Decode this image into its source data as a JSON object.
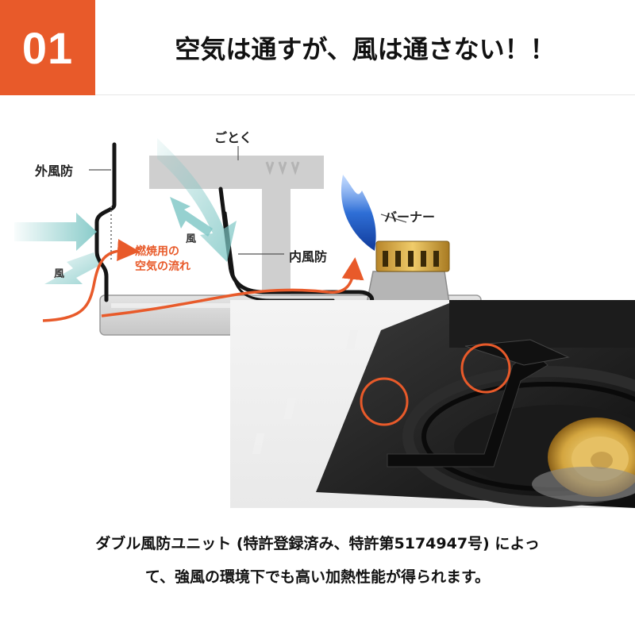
{
  "header": {
    "badge_number": "01",
    "headline": "空気は通すが、風は通さない！！"
  },
  "diagram": {
    "label_outer_windscreen": "外風防",
    "label_trivet": "ごとく",
    "label_burner": "バーナー",
    "label_inner_windscreen": "内風防",
    "label_wind_1": "風",
    "label_wind_2": "風",
    "label_airflow_line1": "燃焼用の",
    "label_airflow_line2": "空気の流れ",
    "colors": {
      "accent": "#e85a2a",
      "wind_arrow": "#7cc6c4",
      "flame": "#2f6fd6",
      "brass": "#d4a640"
    }
  },
  "caption": {
    "line1": "ダブル風防ユニット (特許登録済み、特許第5174947号) によっ",
    "line2": "て、強風の環境下でも高い加熱性能が得られます。"
  }
}
